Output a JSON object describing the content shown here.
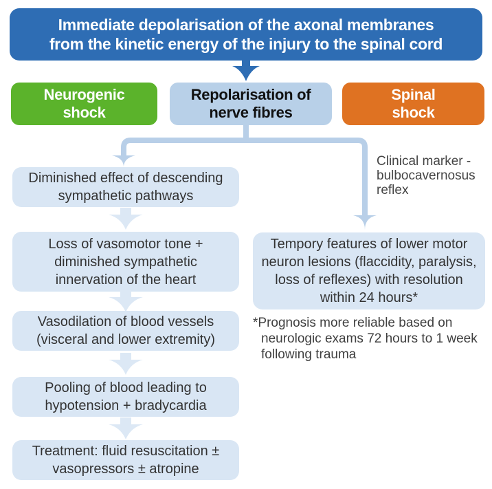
{
  "palette": {
    "header_blue": "#2E6DB4",
    "green": "#5BB32B",
    "orange": "#DF7222",
    "repolarisation_blue": "#B8D0E8",
    "flow_box_blue": "#D9E6F4",
    "connector_blue": "#B8CFE8",
    "chevron_blue": "#DCE8F5",
    "dark_text": "#333333",
    "gray_text": "#454545",
    "white_text": "#FFFFFF"
  },
  "header": {
    "line1": "Immediate depolarisation of the axonal membranes",
    "line2": "from the kinetic energy of the injury to the spinal cord"
  },
  "branches": {
    "neurogenic": "Neurogenic shock",
    "repolarisation": "Repolarisation of nerve fibres",
    "spinal": "Spinal shock"
  },
  "neurogenic_pathway": {
    "steps": [
      "Diminished effect of descending sympathetic pathways",
      "Loss of vasomotor tone + diminished sympathetic innervation of the heart",
      "Vasodilation of blood vessels (visceral and lower extremity)",
      "Pooling of blood leading to hypotension + bradycardia",
      "Treatment: fluid resuscitation ± vasopressors ± atropine"
    ]
  },
  "spinal_pathway": {
    "clinical_marker": "Clinical marker - bulbocavernosus reflex",
    "outcome": "Tempory features of lower motor neuron lesions (flaccidity, paralysis, loss of reflexes) with resolution within 24 hours*",
    "footnote": "*Prognosis more reliable based on neurologic exams 72 hours to 1 week following trauma"
  }
}
